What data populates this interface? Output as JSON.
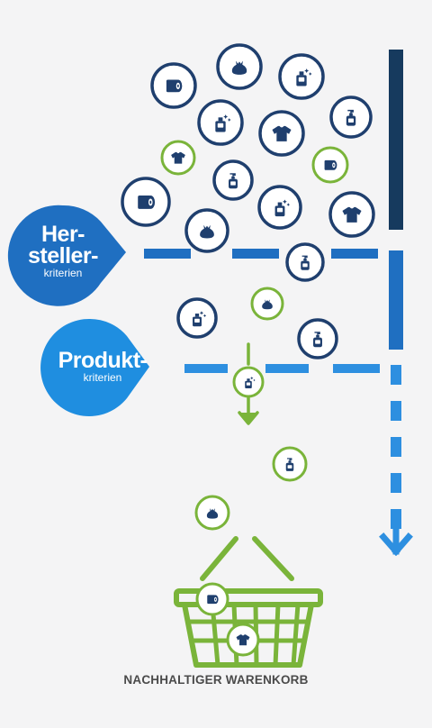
{
  "colors": {
    "navy": "#1f3f6e",
    "mid_blue": "#1f6fc1",
    "light_blue": "#2d8fe0",
    "green": "#7ab43a",
    "dark_bar": "#163a5e",
    "text_dark": "#4a4a4a",
    "background": "#f4f4f5"
  },
  "labels": {
    "hersteller_line1": "Her-",
    "hersteller_line2": "steller-",
    "hersteller_sub": "kriterien",
    "produkt_line1": "Produkt-",
    "produkt_sub": "kriterien",
    "basket_title": "NACHHALTIGER WARENKORB"
  },
  "icon_names": [
    "toilet-roll-icon",
    "trash-bag-icon",
    "spray-bottle-icon",
    "pump-bottle-icon",
    "t-shirt-icon"
  ]
}
